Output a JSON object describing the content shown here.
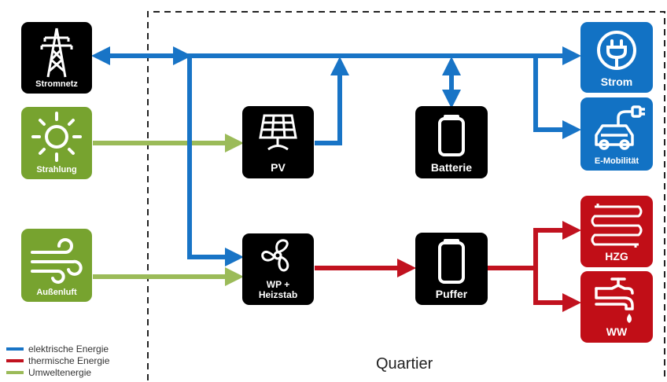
{
  "colors": {
    "electric": "#1874C6",
    "thermal": "#C1121F",
    "environment": "#9BBB59",
    "tile_black": "#000000",
    "tile_green": "#77A32F",
    "tile_blue": "#1272C4",
    "tile_red": "#C10E17"
  },
  "nodes": {
    "stromnetz": {
      "label": "Stromnetz",
      "icon": "power-pylon-icon"
    },
    "strahlung": {
      "label": "Strahlung",
      "icon": "sun-icon"
    },
    "aussenluft": {
      "label": "Außenluft",
      "icon": "wind-icon"
    },
    "pv": {
      "label": "PV",
      "icon": "solar-panel-icon"
    },
    "batterie": {
      "label": "Batterie",
      "icon": "battery-icon"
    },
    "wp": {
      "label": "WP +\nHeizstab",
      "icon": "fan-icon"
    },
    "puffer": {
      "label": "Puffer",
      "icon": "storage-tank-icon"
    },
    "strom": {
      "label": "Strom",
      "icon": "plug-icon"
    },
    "emob": {
      "label": "E-Mobilität",
      "icon": "electric-car-icon"
    },
    "hzg": {
      "label": "HZG",
      "icon": "radiator-icon"
    },
    "ww": {
      "label": "WW",
      "icon": "water-tap-icon"
    }
  },
  "boundary_label": "Quartier",
  "legend": [
    {
      "label": "elektrische Energie",
      "color": "#1874C6"
    },
    {
      "label": "thermische Energie",
      "color": "#C1121F"
    },
    {
      "label": "Umweltenergie",
      "color": "#9BBB59"
    }
  ]
}
